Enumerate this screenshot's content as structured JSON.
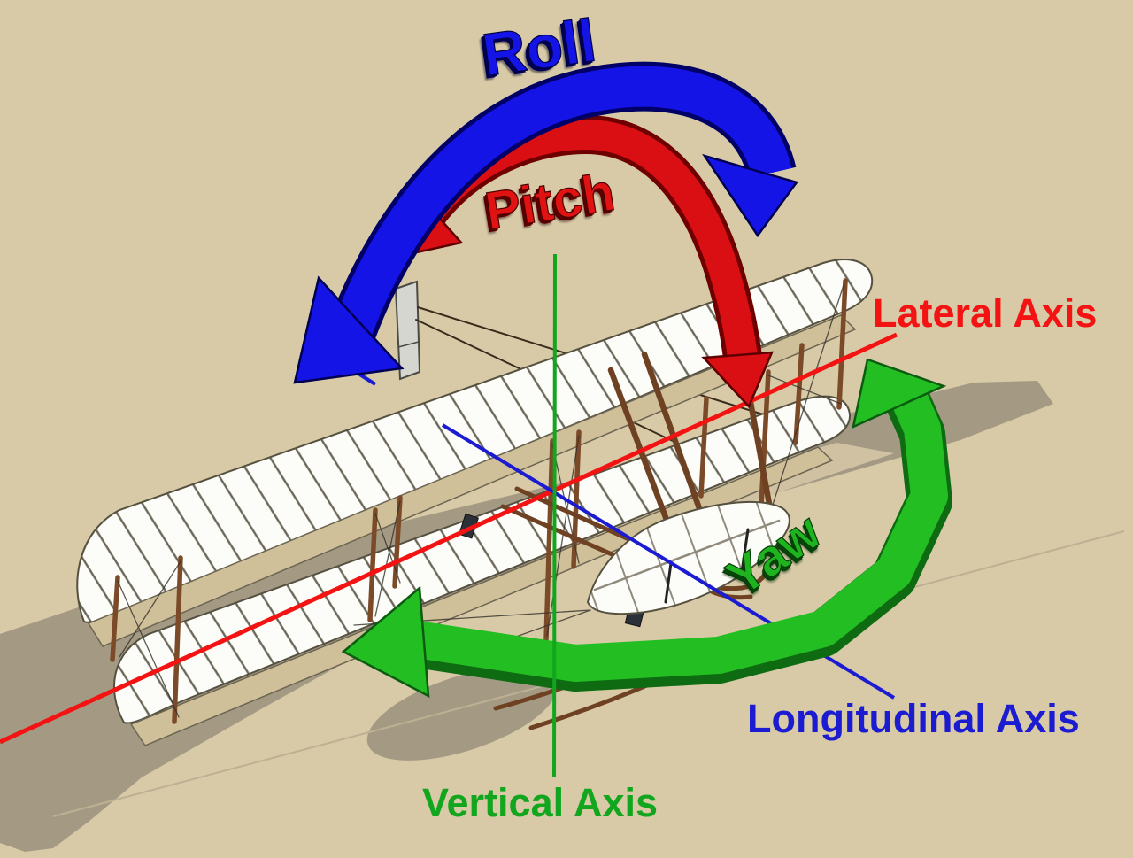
{
  "diagram": {
    "background_color": "#d8caa7",
    "shadow_color": "#a49a84",
    "aircraft_color": "#fcfcf8",
    "rotations": {
      "roll": {
        "label": "Roll",
        "color": "#1414e6",
        "edge_color": "#000066"
      },
      "pitch": {
        "label": "Pitch",
        "color": "#d90f14",
        "edge_color": "#6e0000"
      },
      "yaw": {
        "label": "Yaw",
        "color": "#22be22",
        "edge_color": "#0e6b12"
      }
    },
    "axes": {
      "lateral": {
        "label": "Lateral Axis",
        "color": "#f31313"
      },
      "longitudinal": {
        "label": "Longitudinal Axis",
        "color": "#1b1bd1"
      },
      "vertical": {
        "label": "Vertical Axis",
        "color": "#12a51e"
      }
    }
  }
}
